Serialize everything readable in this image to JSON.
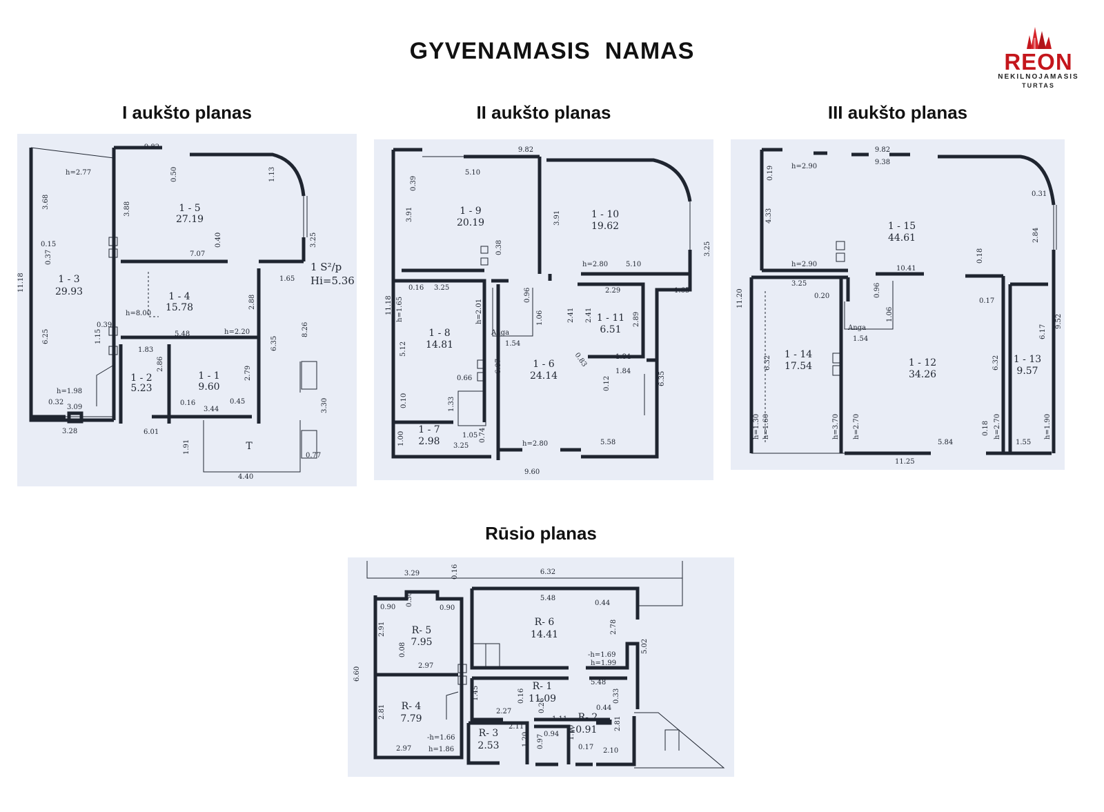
{
  "title": "GYVENAMASIS  NAMAS",
  "logo": {
    "name": "REON",
    "line1": "NEKILNOJAMASIS",
    "line2": "TURTAS",
    "color": "#c4161c"
  },
  "floor1": {
    "title": "I aukšto planas",
    "rooms": [
      {
        "id": "1 - 5",
        "area": "27.19"
      },
      {
        "id": "1 - 3",
        "area": "29.93"
      },
      {
        "id": "1 - 4",
        "area": "15.78"
      },
      {
        "id": "1 - 2",
        "area": "5.23"
      },
      {
        "id": "1 - 1",
        "area": "9.60"
      }
    ],
    "terrace": "T",
    "legend1": "1 S²/p",
    "legend2": "Hi=5.36",
    "dims": {
      "top": "9.82",
      "h277": "h=2.77",
      "d050": "0.50",
      "d113": "1.13",
      "d368": "3.68",
      "d388": "3.88",
      "d015": "0.15",
      "d037": "0.37",
      "d040": "0.40",
      "d707": "7.07",
      "d325": "3.25",
      "d1118": "11.18",
      "d165": "1.65",
      "h800": "h=8.00",
      "d288": "2.88",
      "d039": "0.39",
      "d548": "5.48",
      "h220": "h=2.20",
      "d625": "6.25",
      "d115": "1.15",
      "d826": "8.26",
      "d183": "1.83",
      "d635": "6.35",
      "d286": "2.86",
      "d279": "2.79",
      "h198": "h=1.98",
      "d032": "0.32",
      "d309": "3.09",
      "d016": "0.16",
      "d045": "0.45",
      "d344": "3.44",
      "d330": "3.30",
      "d328": "3.28",
      "d601": "6.01",
      "d191": "1.91",
      "d077": "0.77",
      "d440": "4.40"
    }
  },
  "floor2": {
    "title": "II aukšto planas",
    "rooms": [
      {
        "id": "1 - 9",
        "area": "20.19"
      },
      {
        "id": "1 - 10",
        "area": "19.62"
      },
      {
        "id": "1 - 8",
        "area": "14.81"
      },
      {
        "id": "1 - 11",
        "area": "6.51"
      },
      {
        "id": "1 - 6",
        "area": "24.14"
      },
      {
        "id": "1 - 7",
        "area": "2.98"
      }
    ],
    "anga": "Anga",
    "dims": {
      "top": "9.82",
      "d510": "5.10",
      "d039": "0.39",
      "d391a": "3.91",
      "d391b": "3.91",
      "d038": "0.38",
      "h280": "h=2.80",
      "d510b": "5.10",
      "d325": "3.25",
      "d1118": "11.18",
      "d016": "0.16",
      "d325b": "3.25",
      "h165": "h=1.65",
      "h201": "h=2.01",
      "d096": "0.96",
      "d229": "2.29",
      "d165": "1.65",
      "d106": "1.06",
      "d241a": "2.41",
      "d241b": "2.41",
      "d289": "2.89",
      "d154": "1.54",
      "d512": "5.12",
      "d607": "6.07",
      "d083": "0.83",
      "d184a": "1.84",
      "d184b": "1.84",
      "d066": "0.66",
      "d012": "0.12",
      "d635": "6.35",
      "d010": "0.10",
      "d133": "1.33",
      "d105": "1.05",
      "d074": "0.74",
      "d100": "1.00",
      "d325c": "3.25",
      "h280b": "h=2.80",
      "d558": "5.58",
      "d960": "9.60"
    }
  },
  "floor3": {
    "title": "III aukšto planas",
    "rooms": [
      {
        "id": "1 - 15",
        "area": "44.61"
      },
      {
        "id": "1 - 14",
        "area": "17.54"
      },
      {
        "id": "1 - 12",
        "area": "34.26"
      },
      {
        "id": "1 - 13",
        "area": "9.57"
      }
    ],
    "anga": "Anga",
    "dims": {
      "top": "9.82",
      "d938": "9.38",
      "h290a": "h=2.90",
      "d019": "0.19",
      "d031": "0.31",
      "d433": "4.33",
      "d284": "2.84",
      "h290b": "h=2.90",
      "d018": "0.18",
      "d1041": "10.41",
      "d1120": "11.20",
      "d325": "3.25",
      "d020": "0.20",
      "d096": "0.96",
      "d017": "0.17",
      "d952": "9.52",
      "d106": "1.06",
      "d154": "1.54",
      "d617": "6.17",
      "d632a": "6.32",
      "d632b": "6.32",
      "h130": "h=1.30",
      "h160": "h=1.60",
      "h370": "h=3.70",
      "h270a": "h=2.70",
      "d018b": "0.18",
      "h270b": "h=2.70",
      "h190": "h=1.90",
      "d584": "5.84",
      "d155": "1.55",
      "d1125": "11.25"
    }
  },
  "basement": {
    "title": "Rūsio planas",
    "rooms": [
      {
        "id": "R- 6",
        "area": "14.41"
      },
      {
        "id": "R- 5",
        "area": "7.95"
      },
      {
        "id": "R- 1",
        "area": "11.09"
      },
      {
        "id": "R- 4",
        "area": "7.79"
      },
      {
        "id": "R- 2",
        "area": "≤0.91"
      },
      {
        "id": "R- 3",
        "area": "2.53"
      }
    ],
    "dims": {
      "d329": "3.29",
      "d016": "0.16",
      "d632": "6.32",
      "d030": "0.30",
      "d090a": "0.90",
      "d090b": "0.90",
      "d548a": "5.48",
      "d044a": "0.44",
      "d291": "2.91",
      "d278": "2.78",
      "d502": "5.02",
      "d008": "0.08",
      "h169": "-h=1.69",
      "h199": "h=1.99",
      "d297a": "2.97",
      "d660": "6.60",
      "d548b": "5.48",
      "d145": "1.45",
      "d016b": "0.16",
      "d033": "0.33",
      "d281a": "2.81",
      "d227": "2.27",
      "d026": "0.26",
      "d044b": "0.44",
      "d111": "1.11",
      "d211": "2.11",
      "d094": "0.94",
      "d110": "1.10",
      "d281b": "2.81",
      "h166": "-h=1.66",
      "d120": "1.20",
      "d097": "0.97",
      "d017": "0.17",
      "d210": "2.10",
      "d297b": "2.97",
      "h186": "h=1.86"
    }
  }
}
